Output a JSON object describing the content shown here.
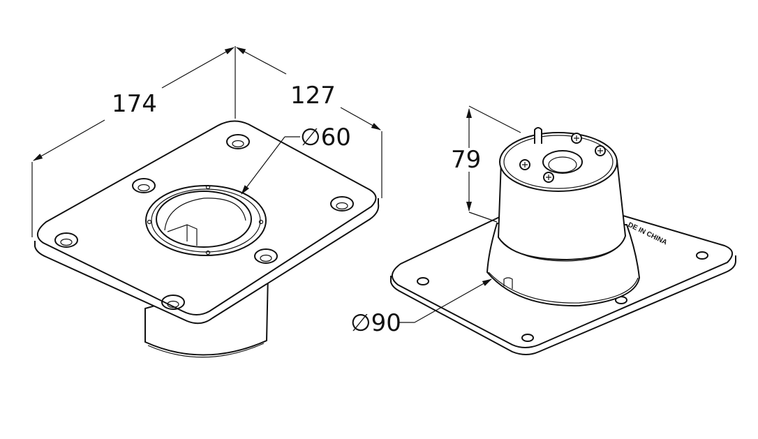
{
  "dimensions": {
    "length": "174",
    "width": "127",
    "height": "79",
    "inner_diameter": "∅60",
    "outer_diameter": "∅90"
  },
  "engraving": "DE IN CHINA",
  "colors": {
    "line": "#111111",
    "background": "#ffffff"
  }
}
